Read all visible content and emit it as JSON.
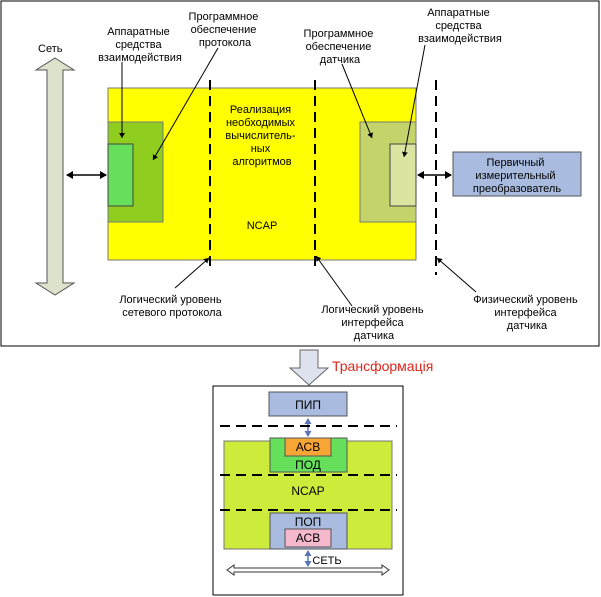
{
  "top": {
    "net_label": "Сеть",
    "hw_left": [
      "Аппаратные",
      "средства",
      "взаимодействия"
    ],
    "sw_protocol": [
      "Программное",
      "обеспечение",
      "протокола"
    ],
    "sw_sensor": [
      "Программное",
      "обеспечение",
      "датчика"
    ],
    "hw_right": [
      "Аппаратные",
      "средства",
      "взаимодействия"
    ],
    "algorithms": [
      "Реализация",
      "необходимых",
      "вычислитель-",
      "ных",
      "алгоритмов"
    ],
    "ncap": "NCAP",
    "sensor": [
      "Первичный",
      "измерительный",
      "преобразователь"
    ],
    "level_net": [
      "Логический уровень",
      "сетевого протокола"
    ],
    "level_sensor_logic": [
      "Логический уровень",
      "интерфейса",
      "датчика"
    ],
    "level_sensor_phys": [
      "Физический уровень",
      "интерфейса",
      "датчика"
    ]
  },
  "transform_label": "Трансформація",
  "bottom": {
    "pip": "ПИП",
    "acv_top": "АСВ",
    "pod": "ПОД",
    "ncap": "NCAP",
    "pop": "ПОП",
    "acv_bottom": "АСВ",
    "net": "СЕТЬ"
  },
  "colors": {
    "yellow": "#ffff00",
    "green_dark": "#8fce1f",
    "green_light": "#66e05a",
    "olive": "#c4d46a",
    "pale_yellow": "#dde3a0",
    "blue": "#a9bcdf",
    "lime": "#cceb3a",
    "orange": "#f7a535",
    "pink": "#f5b8cc",
    "arrow_fill": "#dde2cc",
    "red": "#e0261b"
  }
}
